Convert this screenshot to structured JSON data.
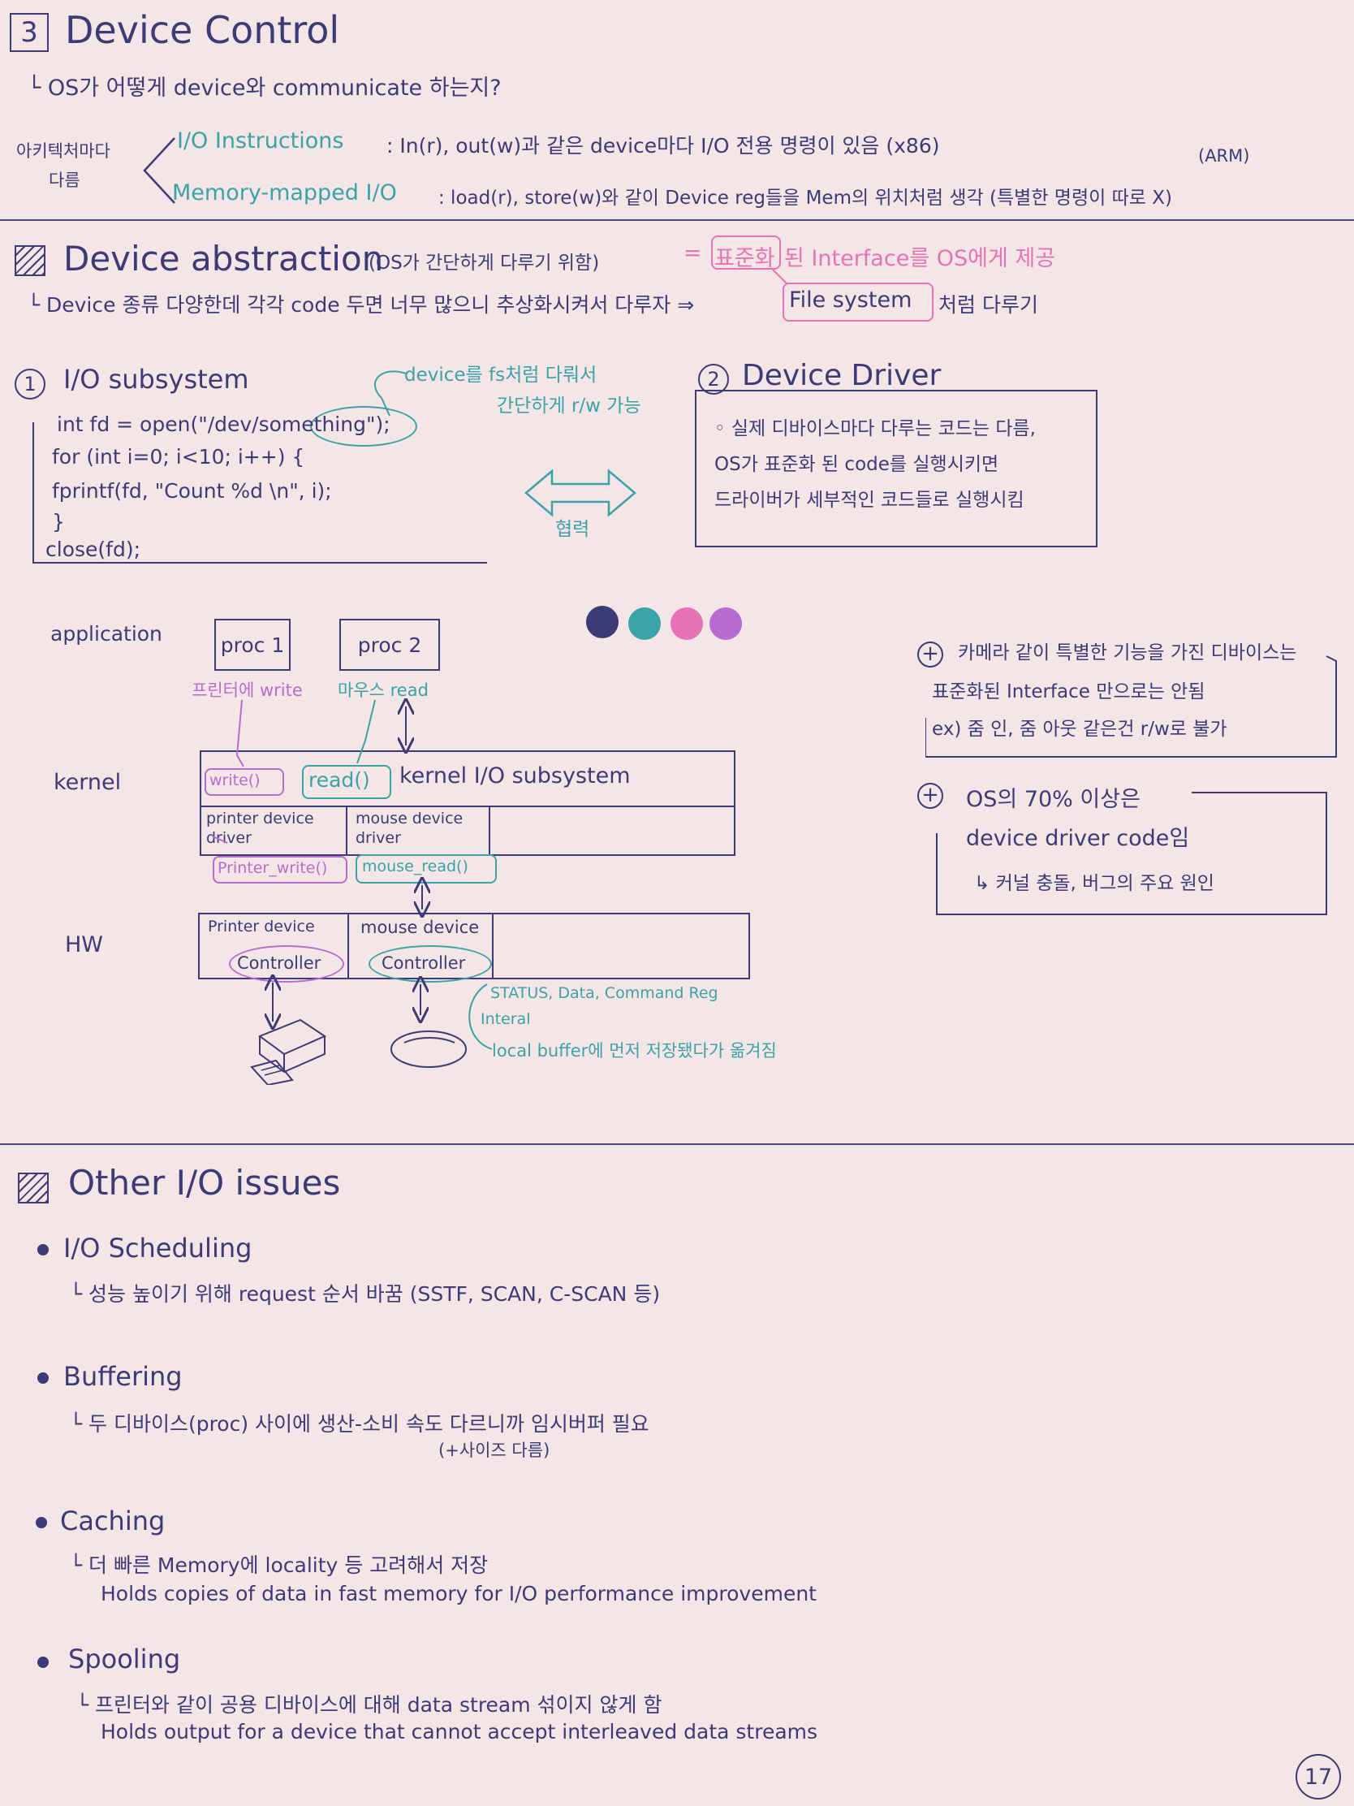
{
  "section_device_control": {
    "number": "3",
    "title": "Device Control",
    "subtitle": "└ OS가 어떻게 device와 communicate 하는지?",
    "arch_note_line1": "아키텍처마다",
    "arch_note_line2": "다름",
    "io_instructions_term": "I/O Instructions",
    "io_instructions_desc": ": In(r), out(w)과 같은 device마다 I/O 전용 명령이 있음 (x86)",
    "arm_label": "(ARM)",
    "mmio_term": "Memory-mapped I/O",
    "mmio_desc": ": load(r), store(w)와 같이 Device reg들을 Mem의 위치처럼 생각 (특별한 명령이 따로 X)"
  },
  "section_abstraction": {
    "title": "Device abstraction",
    "title_note": "(OS가 간단하게 다루기 위함)",
    "standard_word": "표준화",
    "pink_note": "된 Interface를 OS에게 제공",
    "pink_prefix": "=",
    "line": "└ Device 종류 다양한데 각각 code 두면 너무 많으니 추상화시켜서 다루자 ⇒",
    "file_system_box": "File system",
    "file_system_suffix": "처럼 다루기"
  },
  "io_subsystem": {
    "number": "1",
    "title": "I/O subsystem",
    "note_line1": "device를 fs처럼 다뤄서",
    "note_line2": "간단하게 r/w 가능",
    "code": [
      "int fd = open(\"/dev/something\");",
      "for (int i=0; i<10; i++) {",
      "        fprintf(fd, \"Count %d \\n\", i);",
      "}",
      "close(fd);"
    ],
    "cooperate": "협력"
  },
  "device_driver": {
    "number": "2",
    "title": "Device Driver",
    "lines": [
      "◦ 실제 디바이스마다 다루는 코드는 다름,",
      "  OS가 표준화 된 code를 실행시키면",
      "  드라이버가 세부적인 코드들로 실행시킴"
    ]
  },
  "colors": {
    "navy": "#3d3a78",
    "teal": "#3aa3a8",
    "pink": "#e674b4",
    "purple": "#b86bd0"
  },
  "diagram": {
    "layer_application": "application",
    "layer_kernel": "kernel",
    "layer_hw": "HW",
    "proc1": "proc 1",
    "proc2": "proc 2",
    "printer_write_note": "프린터에 write",
    "mouse_read_note": "마우스 read",
    "write_call": "write()",
    "read_call": "read()",
    "kernel_io_subsystem": "kernel I/O subsystem",
    "printer_driver": "printer device driver",
    "mouse_driver": "mouse device driver",
    "printer_write_fn": "Printer_write()",
    "mouse_read_fn": "mouse_read()",
    "printer_controller_label": "Printer device",
    "printer_controller": "Controller",
    "mouse_controller_label": "mouse device",
    "mouse_controller": "Controller",
    "ctrl_note_line1": "STATUS, Data, Command Reg",
    "ctrl_note_line2": "Interal",
    "ctrl_note_line3": "local buffer에 먼저 저장됐다가 옮겨짐"
  },
  "side_notes": {
    "note1_lines": [
      "카메라 같이 특별한 기능을 가진 디바이스는",
      "표준화된 Interface 만으로는 안됨",
      "ex) 줌 인, 줌 아웃 같은건 r/w로 불가"
    ],
    "note2_lines": [
      "OS의 70% 이상은",
      "device driver code임",
      "↳ 커널 충돌, 버그의 주요 원인"
    ]
  },
  "section_other": {
    "title": "Other I/O issues",
    "items": [
      {
        "title": "I/O Scheduling",
        "lines": [
          "└ 성능 높이기 위해 request 순서 바꿈 (SSTF, SCAN, C-SCAN 등)"
        ]
      },
      {
        "title": "Buffering",
        "lines": [
          "└ 두 디바이스(proc) 사이에 생산-소비 속도 다르니까 임시버퍼 필요",
          "(+사이즈 다름)"
        ]
      },
      {
        "title": "Caching",
        "lines": [
          "└ 더 빠른 Memory에 locality 등 고려해서 저장",
          "Holds copies of data in fast memory for I/O performance improvement"
        ]
      },
      {
        "title": "Spooling",
        "lines": [
          "└ 프린터와 같이 공용 디바이스에 대해 data stream 섞이지 않게 함",
          "Holds output for a device that cannot accept interleaved data streams"
        ]
      }
    ]
  },
  "page_number": "17"
}
